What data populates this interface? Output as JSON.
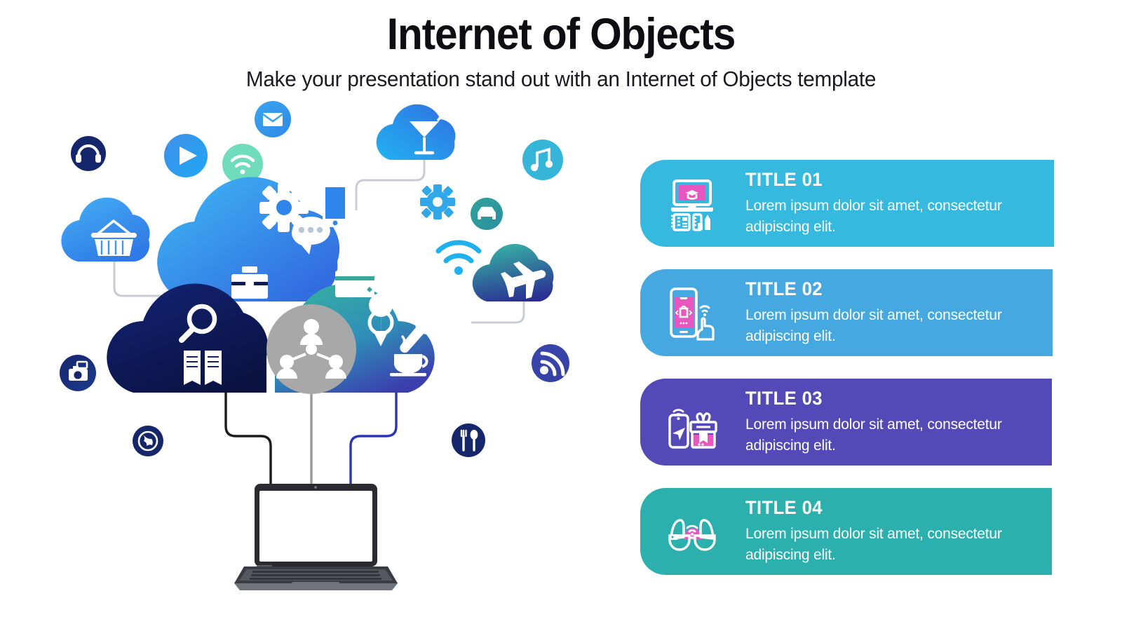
{
  "header": {
    "title": "Internet of Objects",
    "subtitle": "Make your presentation stand out with an Internet of Objects template"
  },
  "cards": [
    {
      "title": "TITLE 01",
      "desc": "Lorem ipsum dolor sit amet, consectetur adipiscing elit.",
      "color": "#35b9de",
      "icon": "e-learning-laptop-icon",
      "accent": "#e857c0"
    },
    {
      "title": "TITLE 02",
      "desc": "Lorem ipsum dolor sit amet, consectetur adipiscing elit.",
      "color": "#45a8e0",
      "icon": "mobile-shopping-touch-icon",
      "accent": "#e857c0"
    },
    {
      "title": "TITLE 03",
      "desc": "Lorem ipsum dolor sit amet, consectetur adipiscing elit.",
      "color": "#5549b8",
      "icon": "mobile-navigation-gift-icon",
      "accent": "#e857c0"
    },
    {
      "title": "TITLE 04",
      "desc": "Lorem ipsum dolor sit amet, consectetur adipiscing elit.",
      "color": "#2bb0ae",
      "icon": "smart-glasses-wifi-icon",
      "accent": "#e857c0"
    }
  ],
  "illustration": {
    "name": "iot-cloud-network-illustration",
    "clouds": [
      {
        "name": "blue-cloud-main",
        "colors": [
          "#3bb4f2",
          "#2f6fe0"
        ],
        "icons": [
          "gear-icon",
          "smartphone-icon",
          "chat-bubble-icon"
        ]
      },
      {
        "name": "navy-cloud-left",
        "colors": [
          "#0f1f63",
          "#0a1442"
        ],
        "icons": [
          "briefcase-icon",
          "magnifier-icon",
          "open-book-icon"
        ]
      },
      {
        "name": "teal-cloud-right",
        "colors": [
          "#2fae9e",
          "#3b3fae"
        ],
        "icons": [
          "credit-card-icon",
          "map-pin-icon",
          "wrench-icon",
          "coffee-cup-icon"
        ]
      },
      {
        "name": "cloud-basket",
        "colors": [
          "#3fa9f5",
          "#2f6fe0"
        ],
        "icons": [
          "shopping-basket-icon"
        ]
      },
      {
        "name": "cloud-cocktail",
        "colors": [
          "#27b7f0",
          "#2f6fe0"
        ],
        "icons": [
          "cocktail-glass-icon"
        ]
      },
      {
        "name": "cloud-airplane",
        "colors": [
          "#35b2a6",
          "#2a2f8f"
        ],
        "icons": [
          "airplane-icon"
        ]
      }
    ],
    "satellites": [
      {
        "name": "headphones-icon",
        "color": "#16266b"
      },
      {
        "name": "play-button-icon",
        "color": "#2f8ced"
      },
      {
        "name": "wifi-circle-icon",
        "color": "#6fdcbb"
      },
      {
        "name": "envelope-icon",
        "color": "#31a8f0"
      },
      {
        "name": "music-note-icon",
        "color": "#35b5d8"
      },
      {
        "name": "gear-standalone-icon",
        "color": "#2fa7e8"
      },
      {
        "name": "car-icon",
        "color": "#2e9ea2"
      },
      {
        "name": "wifi-arcs-icon",
        "color": "#1fb0ee"
      },
      {
        "name": "camera-icon",
        "color": "#16266b"
      },
      {
        "name": "globe-icon",
        "color": "#16266b"
      },
      {
        "name": "rss-signal-icon",
        "color": "#3a45a8"
      },
      {
        "name": "fork-spoon-icon",
        "color": "#16266b"
      }
    ],
    "center": {
      "name": "social-network-icon",
      "color": "#a8a8a8"
    },
    "device": {
      "name": "laptop",
      "screen_color": "#ffffff",
      "body_color": "#8a8d92"
    },
    "connectors": [
      "#1c1c1c",
      "#9a9a9a",
      "#2b35b8"
    ]
  }
}
